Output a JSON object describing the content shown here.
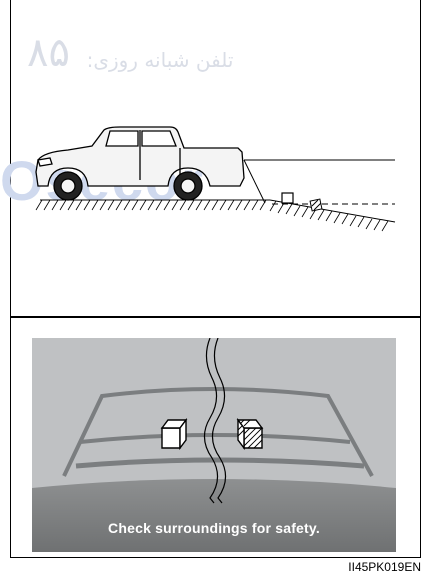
{
  "watermark": {
    "text_fa": "تلفن شبانه روزی:",
    "digits_fa": "۸۵",
    "text_en": "Osecor"
  },
  "camera_view": {
    "caption": "Check surroundings for safety."
  },
  "figure": {
    "code": "II45PK019EN"
  },
  "colors": {
    "screen_bg": "#bfc1c3",
    "screen_bottom": "#808283",
    "guide_lines": "#7b7e80"
  }
}
